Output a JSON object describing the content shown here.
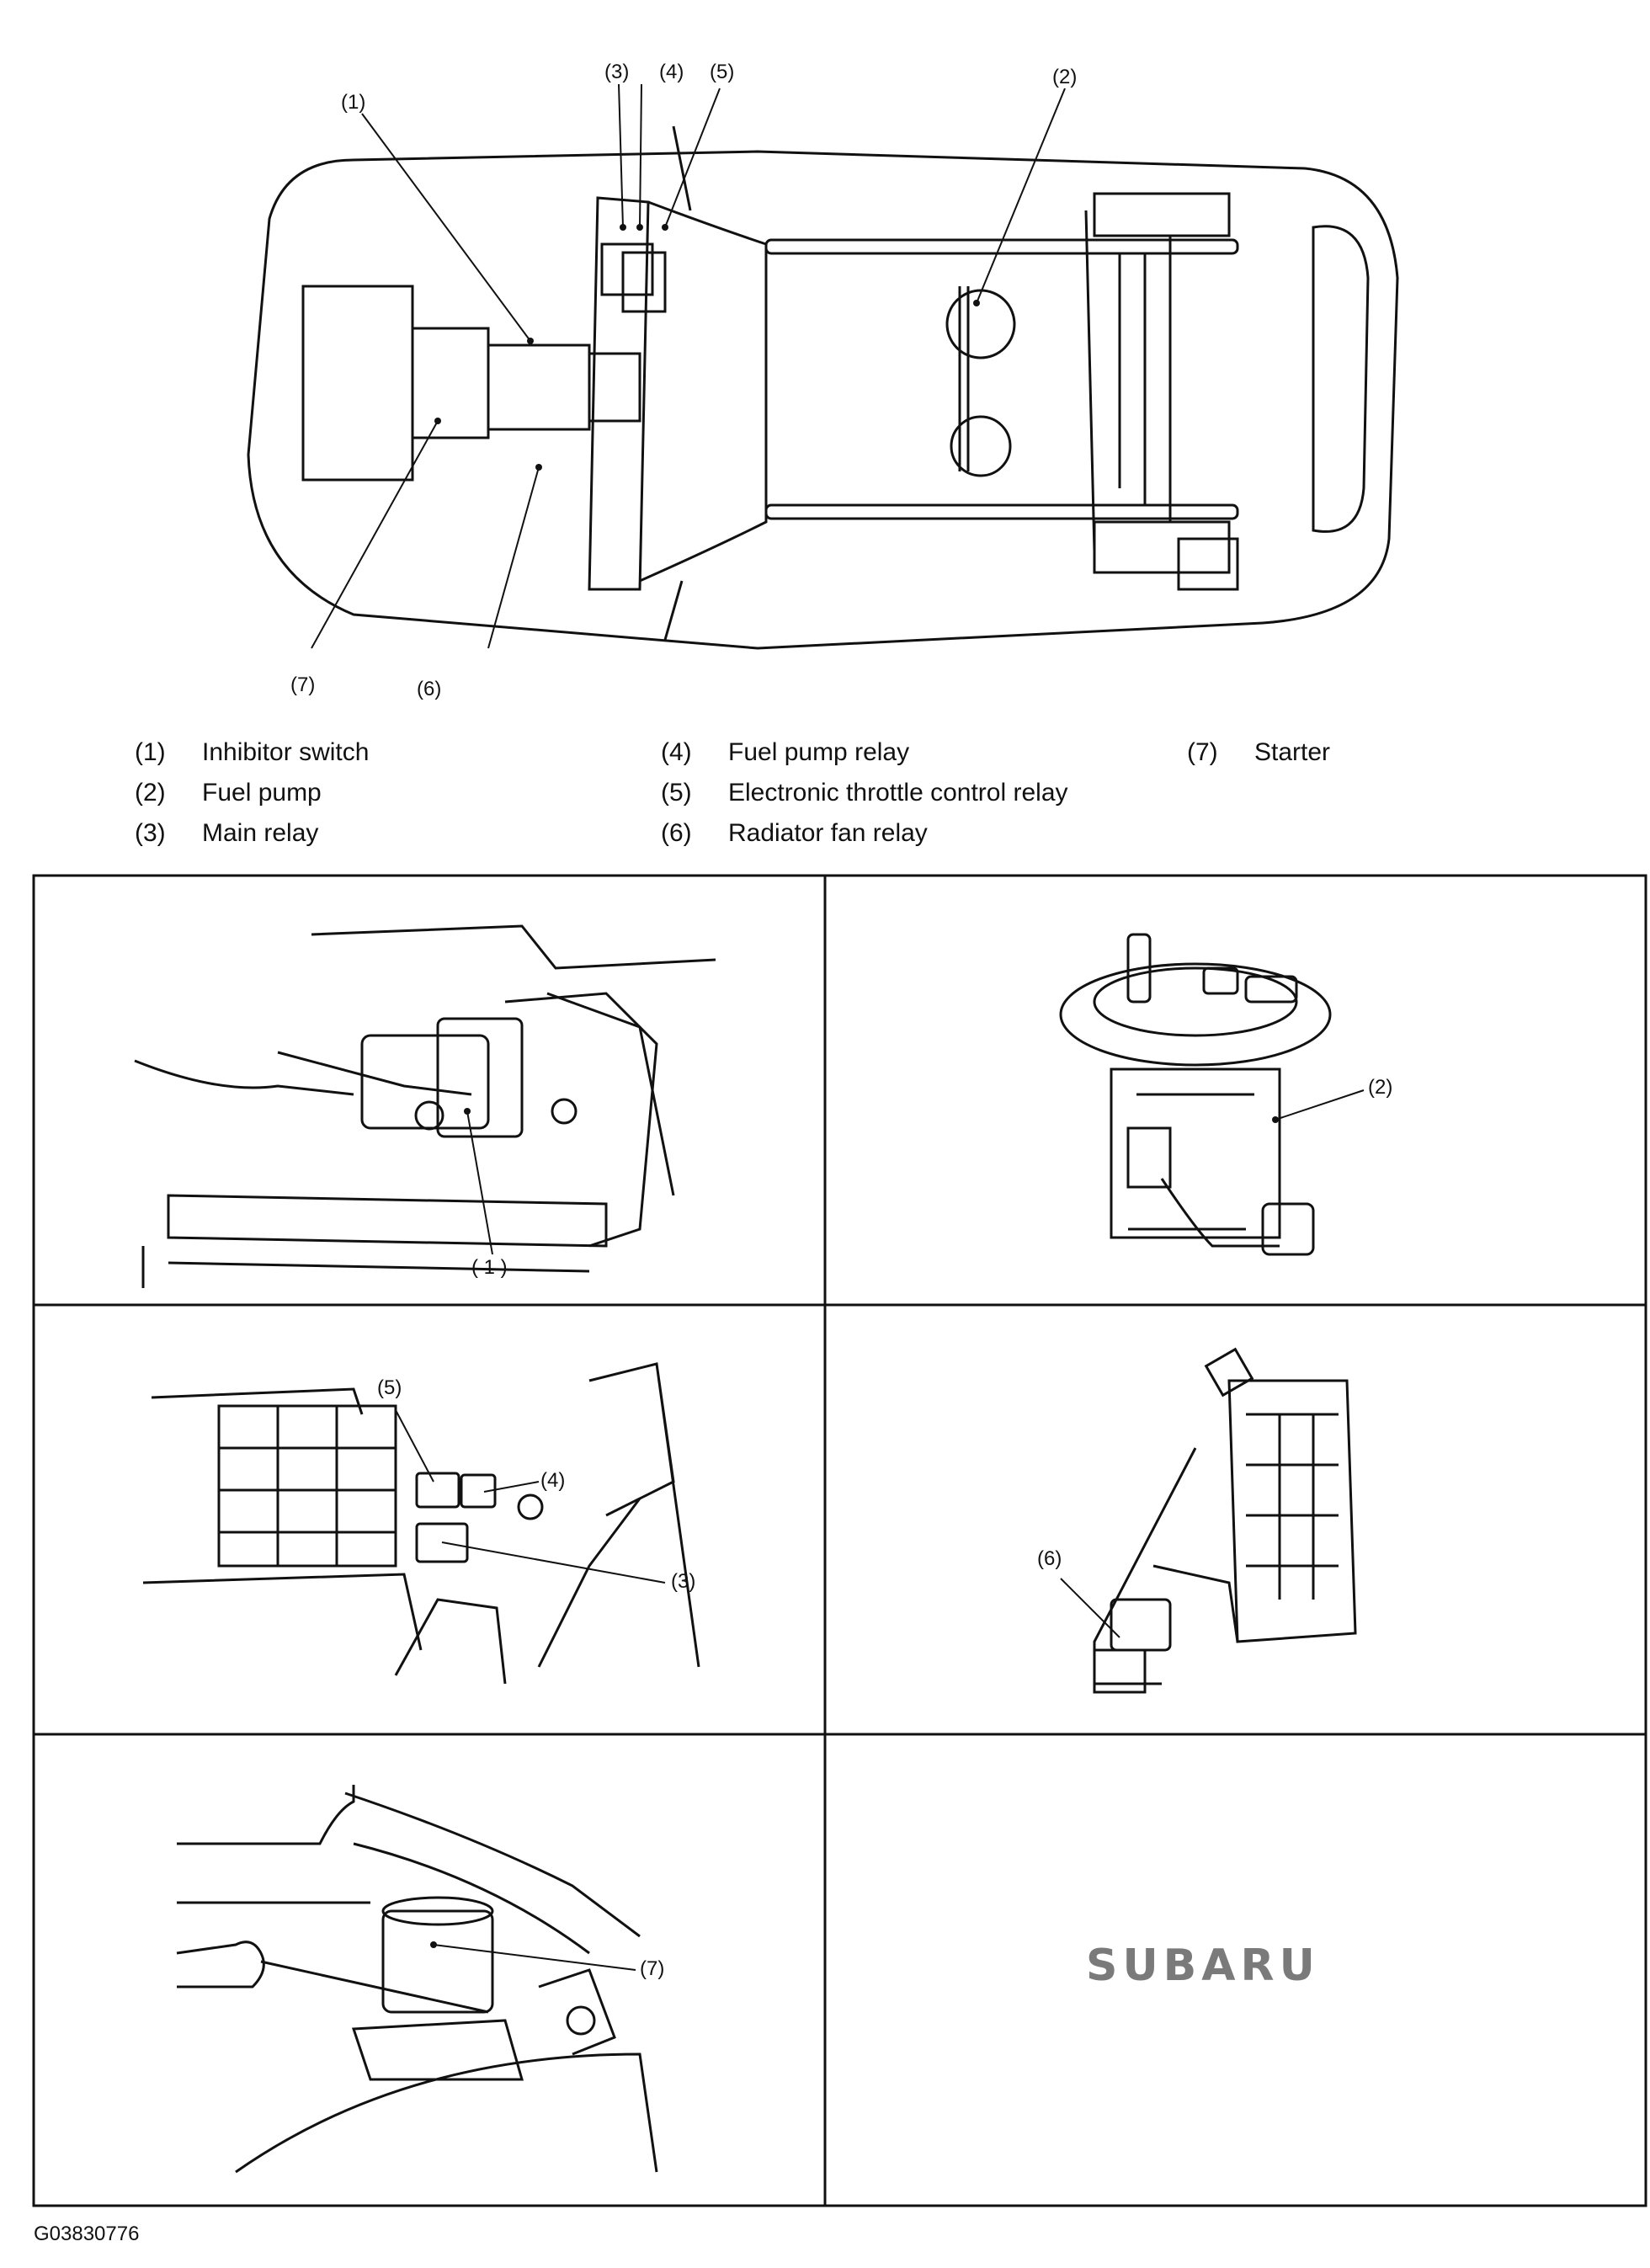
{
  "callouts": {
    "c1": "(1)",
    "c2": "(2)",
    "c3": "(3)",
    "c4": "(4)",
    "c5": "(5)",
    "c6": "(6)",
    "c7": "(7)"
  },
  "legend": [
    {
      "num": "(1)",
      "label": "Inhibitor switch"
    },
    {
      "num": "(2)",
      "label": "Fuel pump"
    },
    {
      "num": "(3)",
      "label": "Main relay"
    },
    {
      "num": "(4)",
      "label": "Fuel pump relay"
    },
    {
      "num": "(5)",
      "label": "Electronic throttle control relay"
    },
    {
      "num": "(6)",
      "label": "Radiator fan relay"
    },
    {
      "num": "(7)",
      "label": "Starter"
    }
  ],
  "panels": {
    "p1_callout": "( 1 )",
    "p2_callout": "(2)",
    "p3_callout_5": "(5)",
    "p3_callout_4": "(4)",
    "p3_callout_3": "(3)",
    "p4_callout": "(6)",
    "p5_callout": "(7)",
    "p6_logo": "SUBARU"
  },
  "figure_id": "G03830776",
  "colors": {
    "line": "#111111",
    "logo": "#7a7a7a"
  }
}
